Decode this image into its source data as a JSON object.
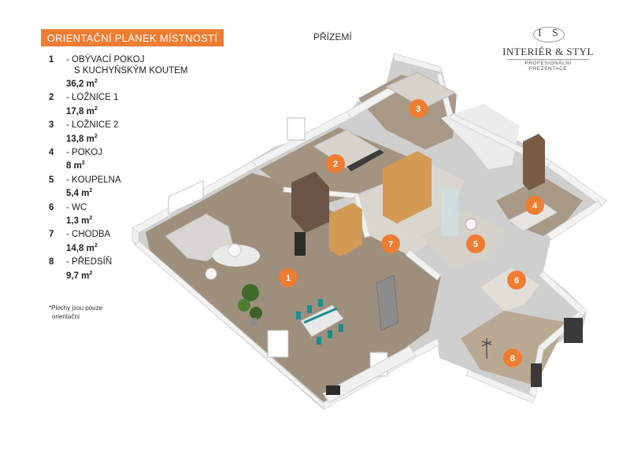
{
  "header": {
    "title": "ORIENTAČNÍ PLÁNEK MÍSTNOSTÍ",
    "floor": "PŘÍZEMÍ"
  },
  "logo": {
    "monogram_left": "I",
    "monogram_right": "S",
    "name": "INTERIÉR & STYL",
    "subtitle": "PROFESIONÁLNÍ PREZENTACE"
  },
  "rooms": [
    {
      "num": "1",
      "line1": "- OBÝVACÍ POKOJ",
      "line2": "S KUCHYŇSKÝM KOUTEM",
      "area": "36,2 m",
      "sup": "2"
    },
    {
      "num": "2",
      "line1": "- LOŽNICE 1",
      "line2": "",
      "area": "17,8 m",
      "sup": "2"
    },
    {
      "num": "3",
      "line1": "- LOŽNICE 2",
      "line2": "",
      "area": "13,8 m",
      "sup": "2"
    },
    {
      "num": "4",
      "line1": "- POKOJ",
      "line2": "",
      "area": "8 m",
      "sup": "2"
    },
    {
      "num": "5",
      "line1": "- KOUPELNA",
      "line2": "",
      "area": "5,4 m",
      "sup": "2"
    },
    {
      "num": "6",
      "line1": "- WC",
      "line2": "",
      "area": "1,3 m",
      "sup": "2"
    },
    {
      "num": "7",
      "line1": "- CHODBA",
      "line2": "",
      "area": "14,8 m",
      "sup": "2"
    },
    {
      "num": "8",
      "line1": "- PŘEDSÍŇ",
      "line2": "",
      "area": "9,7 m",
      "sup": "2"
    }
  ],
  "note": {
    "line1": "*Plochy jsou pouze",
    "line2": "orientační"
  },
  "markers": [
    "1",
    "2",
    "3",
    "4",
    "5",
    "6",
    "7",
    "8"
  ],
  "colors": {
    "accent": "#ee7d33",
    "floor_wood": "#9e8f7d",
    "floor_tile": "#d9d6d0",
    "wall": "#f4f4f4",
    "wall_shadow": "#c9c9c9"
  }
}
